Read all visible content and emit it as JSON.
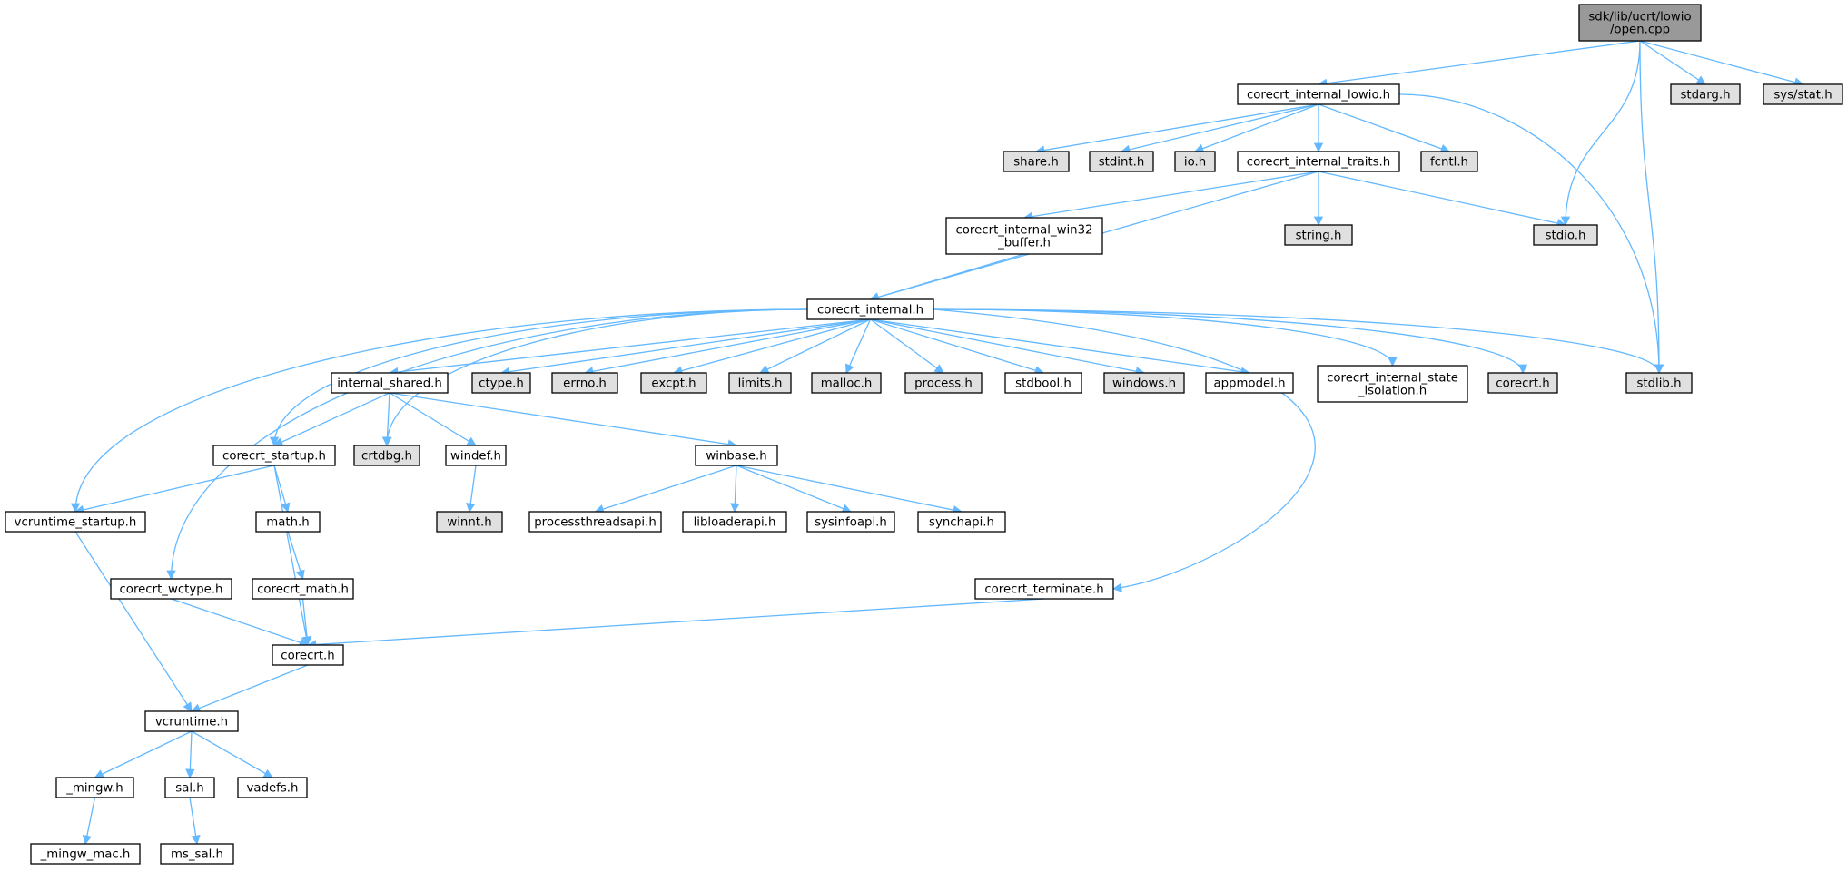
{
  "colors": {
    "root_fill": "#999999",
    "local_fill": "#ffffff",
    "system_fill": "#e0e0e0",
    "node_border": "#000000",
    "edge": "#63b8ff"
  },
  "nodes": [
    {
      "id": "open",
      "lines": [
        "sdk/lib/ucrt/lowio",
        "/open.cpp"
      ],
      "kind": "root"
    },
    {
      "id": "lowio",
      "lines": [
        "corecrt_internal_lowio.h"
      ],
      "kind": "local"
    },
    {
      "id": "stdarg",
      "lines": [
        "stdarg.h"
      ],
      "kind": "system"
    },
    {
      "id": "sysstat",
      "lines": [
        "sys/stat.h"
      ],
      "kind": "system"
    },
    {
      "id": "share",
      "lines": [
        "share.h"
      ],
      "kind": "system"
    },
    {
      "id": "stdint",
      "lines": [
        "stdint.h"
      ],
      "kind": "system"
    },
    {
      "id": "io",
      "lines": [
        "io.h"
      ],
      "kind": "system"
    },
    {
      "id": "traits",
      "lines": [
        "corecrt_internal_traits.h"
      ],
      "kind": "local"
    },
    {
      "id": "fcntl",
      "lines": [
        "fcntl.h"
      ],
      "kind": "system"
    },
    {
      "id": "win32buf",
      "lines": [
        "corecrt_internal_win32",
        "_buffer.h"
      ],
      "kind": "local"
    },
    {
      "id": "string",
      "lines": [
        "string.h"
      ],
      "kind": "system"
    },
    {
      "id": "stdio",
      "lines": [
        "stdio.h"
      ],
      "kind": "system"
    },
    {
      "id": "internal",
      "lines": [
        "corecrt_internal.h"
      ],
      "kind": "local"
    },
    {
      "id": "ishared",
      "lines": [
        "internal_shared.h"
      ],
      "kind": "local"
    },
    {
      "id": "ctype",
      "lines": [
        "ctype.h"
      ],
      "kind": "system"
    },
    {
      "id": "errno",
      "lines": [
        "errno.h"
      ],
      "kind": "system"
    },
    {
      "id": "excpt",
      "lines": [
        "excpt.h"
      ],
      "kind": "system"
    },
    {
      "id": "limits",
      "lines": [
        "limits.h"
      ],
      "kind": "system"
    },
    {
      "id": "malloc",
      "lines": [
        "malloc.h"
      ],
      "kind": "system"
    },
    {
      "id": "process",
      "lines": [
        "process.h"
      ],
      "kind": "system"
    },
    {
      "id": "stdbool",
      "lines": [
        "stdbool.h"
      ],
      "kind": "local"
    },
    {
      "id": "windows",
      "lines": [
        "windows.h"
      ],
      "kind": "system"
    },
    {
      "id": "appmodel",
      "lines": [
        "appmodel.h"
      ],
      "kind": "local"
    },
    {
      "id": "stateiso",
      "lines": [
        "corecrt_internal_state",
        "_isolation.h"
      ],
      "kind": "local"
    },
    {
      "id": "corecrtg",
      "lines": [
        "corecrt.h"
      ],
      "kind": "system"
    },
    {
      "id": "stdlib",
      "lines": [
        "stdlib.h"
      ],
      "kind": "system"
    },
    {
      "id": "startup",
      "lines": [
        "corecrt_startup.h"
      ],
      "kind": "local"
    },
    {
      "id": "crtdbg",
      "lines": [
        "crtdbg.h"
      ],
      "kind": "system"
    },
    {
      "id": "windef",
      "lines": [
        "windef.h"
      ],
      "kind": "local"
    },
    {
      "id": "winbase",
      "lines": [
        "winbase.h"
      ],
      "kind": "local"
    },
    {
      "id": "vcstartup",
      "lines": [
        "vcruntime_startup.h"
      ],
      "kind": "local"
    },
    {
      "id": "math",
      "lines": [
        "math.h"
      ],
      "kind": "local"
    },
    {
      "id": "winnt",
      "lines": [
        "winnt.h"
      ],
      "kind": "system"
    },
    {
      "id": "procthread",
      "lines": [
        "processthreadsapi.h"
      ],
      "kind": "local"
    },
    {
      "id": "libloader",
      "lines": [
        "libloaderapi.h"
      ],
      "kind": "local"
    },
    {
      "id": "sysinfo",
      "lines": [
        "sysinfoapi.h"
      ],
      "kind": "local"
    },
    {
      "id": "synch",
      "lines": [
        "synchapi.h"
      ],
      "kind": "local"
    },
    {
      "id": "wctype",
      "lines": [
        "corecrt_wctype.h"
      ],
      "kind": "local"
    },
    {
      "id": "cmath",
      "lines": [
        "corecrt_math.h"
      ],
      "kind": "local"
    },
    {
      "id": "terminate",
      "lines": [
        "corecrt_terminate.h"
      ],
      "kind": "local"
    },
    {
      "id": "corecrt",
      "lines": [
        "corecrt.h"
      ],
      "kind": "local"
    },
    {
      "id": "vcruntime",
      "lines": [
        "vcruntime.h"
      ],
      "kind": "local"
    },
    {
      "id": "mingw",
      "lines": [
        "_mingw.h"
      ],
      "kind": "local"
    },
    {
      "id": "sal",
      "lines": [
        "sal.h"
      ],
      "kind": "local"
    },
    {
      "id": "vadefs",
      "lines": [
        "vadefs.h"
      ],
      "kind": "local"
    },
    {
      "id": "mingwmac",
      "lines": [
        "_mingw_mac.h"
      ],
      "kind": "local"
    },
    {
      "id": "mssal",
      "lines": [
        "ms_sal.h"
      ],
      "kind": "local"
    }
  ],
  "edges": [
    [
      "open",
      "lowio"
    ],
    [
      "open",
      "stdarg"
    ],
    [
      "open",
      "sysstat"
    ],
    [
      "open",
      "stdio"
    ],
    [
      "open",
      "stdlib"
    ],
    [
      "lowio",
      "share"
    ],
    [
      "lowio",
      "stdint"
    ],
    [
      "lowio",
      "io"
    ],
    [
      "lowio",
      "traits"
    ],
    [
      "lowio",
      "fcntl"
    ],
    [
      "lowio",
      "stdlib"
    ],
    [
      "traits",
      "win32buf"
    ],
    [
      "traits",
      "string"
    ],
    [
      "traits",
      "stdio"
    ],
    [
      "traits",
      "internal"
    ],
    [
      "win32buf",
      "internal"
    ],
    [
      "internal",
      "ishared"
    ],
    [
      "internal",
      "ctype"
    ],
    [
      "internal",
      "errno"
    ],
    [
      "internal",
      "excpt"
    ],
    [
      "internal",
      "limits"
    ],
    [
      "internal",
      "malloc"
    ],
    [
      "internal",
      "process"
    ],
    [
      "internal",
      "stdbool"
    ],
    [
      "internal",
      "windows"
    ],
    [
      "internal",
      "appmodel"
    ],
    [
      "internal",
      "stateiso"
    ],
    [
      "internal",
      "corecrtg"
    ],
    [
      "internal",
      "stdlib"
    ],
    [
      "internal",
      "startup"
    ],
    [
      "internal",
      "crtdbg"
    ],
    [
      "internal",
      "vcstartup"
    ],
    [
      "internal",
      "wctype"
    ],
    [
      "internal",
      "terminate"
    ],
    [
      "ishared",
      "startup"
    ],
    [
      "ishared",
      "crtdbg"
    ],
    [
      "ishared",
      "windef"
    ],
    [
      "ishared",
      "winbase"
    ],
    [
      "startup",
      "vcstartup"
    ],
    [
      "startup",
      "math"
    ],
    [
      "startup",
      "corecrt"
    ],
    [
      "windef",
      "winnt"
    ],
    [
      "winbase",
      "procthread"
    ],
    [
      "winbase",
      "libloader"
    ],
    [
      "winbase",
      "sysinfo"
    ],
    [
      "winbase",
      "synch"
    ],
    [
      "math",
      "cmath"
    ],
    [
      "cmath",
      "corecrt"
    ],
    [
      "wctype",
      "corecrt"
    ],
    [
      "terminate",
      "corecrt"
    ],
    [
      "vcstartup",
      "vcruntime"
    ],
    [
      "corecrt",
      "vcruntime"
    ],
    [
      "vcruntime",
      "mingw"
    ],
    [
      "vcruntime",
      "sal"
    ],
    [
      "vcruntime",
      "vadefs"
    ],
    [
      "mingw",
      "mingwmac"
    ],
    [
      "sal",
      "mssal"
    ]
  ]
}
